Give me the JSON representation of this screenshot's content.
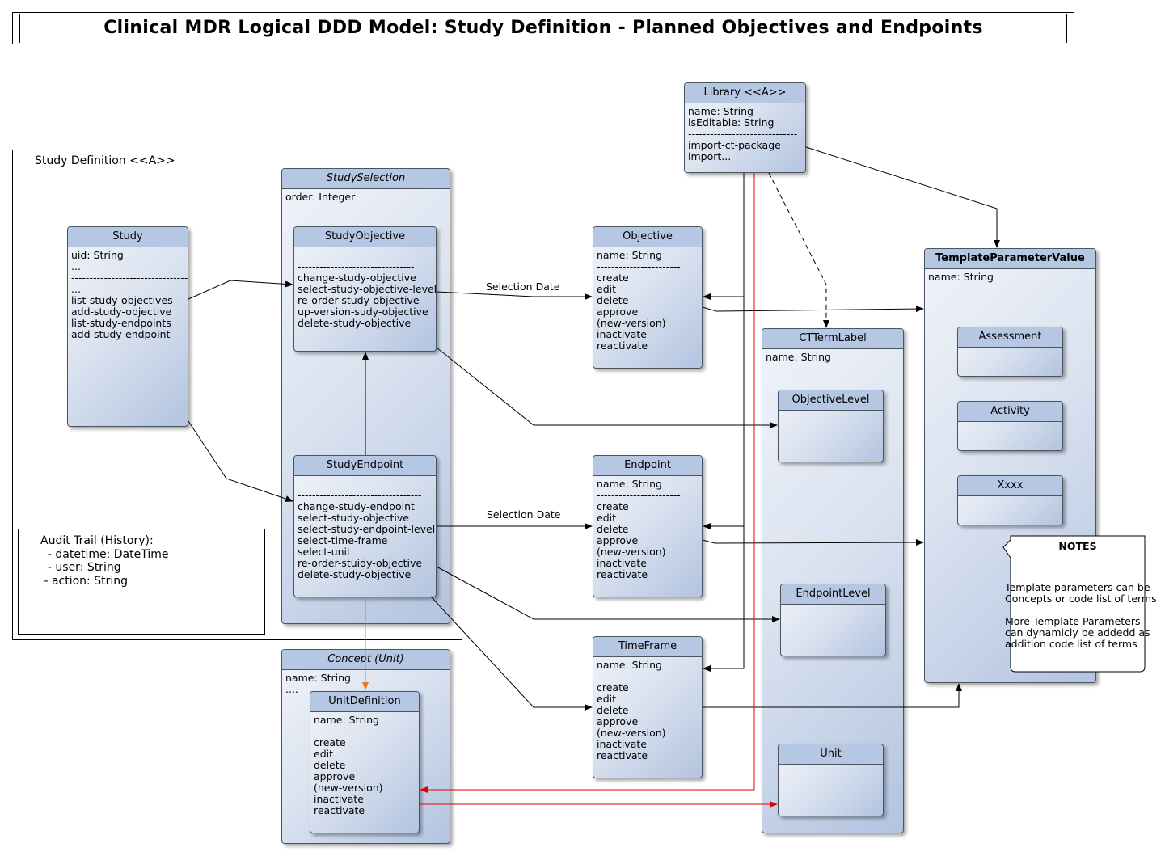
{
  "title": "Clinical MDR Logical DDD Model: Study Definition - Planned Objectives and Endpoints",
  "study_definition": {
    "label": "Study Definition <<A>>"
  },
  "audit": {
    "lines": "Audit Trail (History):\n  - datetime: DateTime\n  - user: String\n - action: String"
  },
  "classes": {
    "study": {
      "name": "Study",
      "body": "uid: String\n...\n-----------------------------------\n...\nlist-study-objectives\nadd-study-objective\nlist-study-endpoints\nadd-study-endpoint"
    },
    "study_selection": {
      "name": "StudySelection",
      "body": "order: Integer"
    },
    "study_objective": {
      "name": "StudyObjective",
      "body": "\n--------------------------------\nchange-study-objective\nselect-study-objective-level\nre-order-study-objective\nup-version-sudy-objective\ndelete-study-objective"
    },
    "study_endpoint": {
      "name": "StudyEndpoint",
      "body": "\n----------------------------------\nchange-study-endpoint\nselect-study-objective\nselect-study-endpoint-level\nselect-time-frame\nselect-unit\nre-order-stuidy-objective\ndelete-study-objective"
    },
    "objective": {
      "name": "Objective",
      "body": "name: String\n-----------------------\ncreate\nedit\ndelete\napprove\n(new-version)\ninactivate\nreactivate"
    },
    "endpoint": {
      "name": "Endpoint",
      "body": "name: String\n-----------------------\ncreate\nedit\ndelete\napprove\n(new-version)\ninactivate\nreactivate"
    },
    "timeframe": {
      "name": "TimeFrame",
      "body": "name: String\n-----------------------\ncreate\nedit\ndelete\napprove\n(new-version)\ninactivate\nreactivate"
    },
    "library": {
      "name": "Library <<A>>",
      "body": "name: String\nisEditable: String\n------------------------------\nimport-ct-package\nimport..."
    },
    "ctterm": {
      "name": "CTTermLabel",
      "body": "name: String"
    },
    "objective_level": {
      "name": "ObjectiveLevel",
      "body": ""
    },
    "endpoint_level": {
      "name": "EndpointLevel",
      "body": ""
    },
    "unit": {
      "name": "Unit",
      "body": ""
    },
    "tpv": {
      "name": "TemplateParameterValue",
      "body": "name: String"
    },
    "assessment": {
      "name": "Assessment",
      "body": ""
    },
    "activity": {
      "name": "Activity",
      "body": ""
    },
    "xxxx": {
      "name": "Xxxx",
      "body": ""
    },
    "concept_unit": {
      "name": "Concept (Unit)",
      "body": "name: String\n...."
    },
    "unit_definition": {
      "name": "UnitDefinition",
      "body": "name: String\n-----------------------\ncreate\nedit\ndelete\napprove\n(new-version)\ninactivate\nreactivate"
    }
  },
  "edge_labels": {
    "objective_selection": "Selection Date",
    "endpoint_selection": "Selection Date"
  },
  "notes": {
    "title": "NOTES",
    "text": "Template parameters can be\nConcepts or code list of terms\n\nMore Template Parameters\ncan dynamicly be addedd as\naddition code list of terms"
  },
  "colors": {
    "class_header": "#b6c7e3",
    "class_fill": "#dbe3f0",
    "red_edge": "#e00000",
    "orange_edge": "#f07820"
  }
}
